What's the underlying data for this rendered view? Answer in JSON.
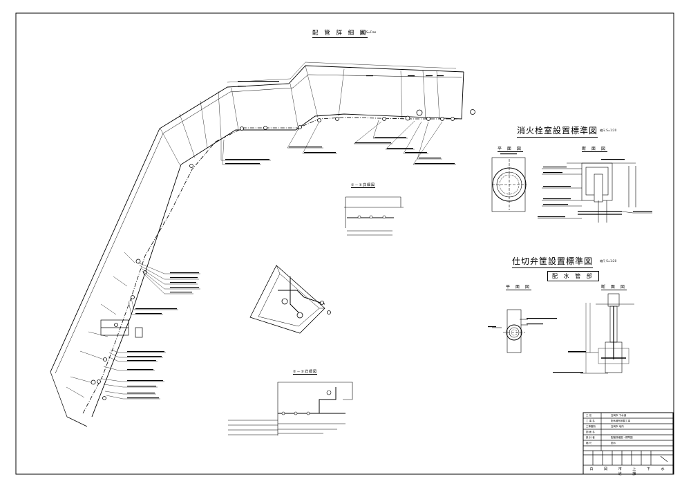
{
  "drawing": {
    "main_title": "配 管 詳 細 図",
    "main_scale": "縮尺S=Free",
    "hydrant_title": "消火栓室設置標準図",
    "hydrant_scale": "縮尺 S=1:20",
    "valve_title": "仕切弁筐設置標準図",
    "valve_scale": "縮尺 S=1:20",
    "water_pipe_label": "配 水 管 部",
    "plan_view": "平 面 図",
    "section_view": "断 面 図",
    "detail_a": "①－①詳細図",
    "detail_b": "②－②詳細図"
  },
  "title_block": {
    "rows": [
      {
        "label": "工 名",
        "value": "白岡市 下水道"
      },
      {
        "label": "工 事 名",
        "value": "配水管布設替工事"
      },
      {
        "label": "工事箇所",
        "value": "白岡市 地内"
      },
      {
        "label": "図 面 名",
        "value": ""
      },
      {
        "label": "設 計 者",
        "value": "配管詳細図・標準図"
      },
      {
        "label": "縮 尺",
        "value": "図示"
      }
    ],
    "footer": "白 岡 市 上 下 水 道 課"
  }
}
